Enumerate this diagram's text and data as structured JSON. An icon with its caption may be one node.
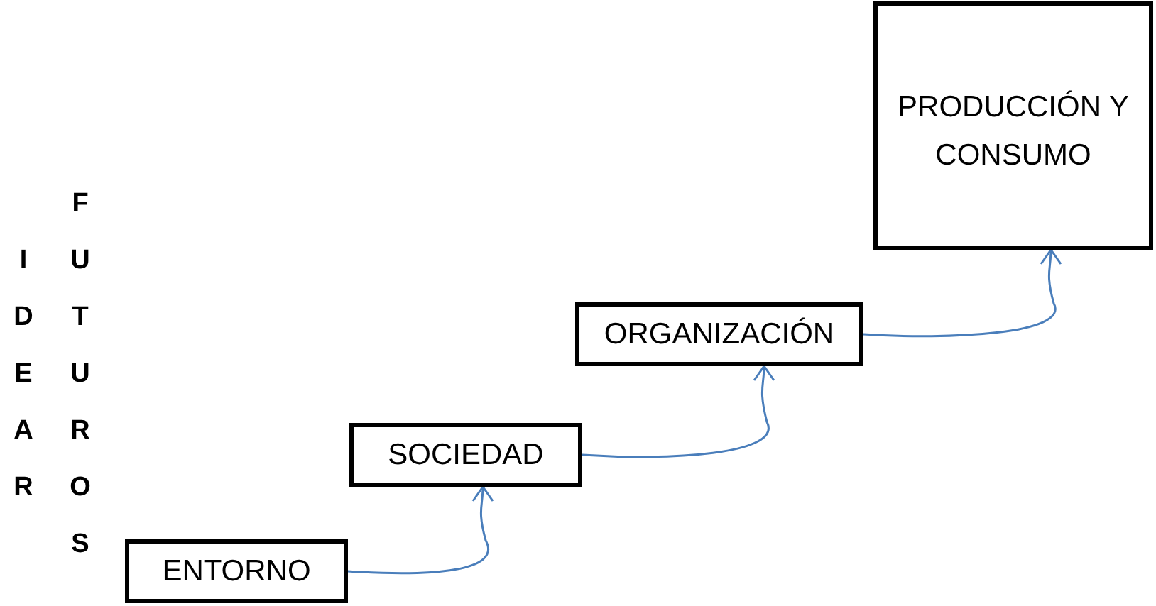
{
  "diagram": {
    "nodes": [
      {
        "text": [
          "ENTORNO"
        ]
      },
      {
        "text": [
          "SOCIEDAD"
        ]
      },
      {
        "text": [
          "ORGANIZACIÓN"
        ]
      },
      {
        "text": [
          "PRODUCCIÓN Y CONSUMO"
        ]
      }
    ],
    "edges": [
      {
        "from": 0,
        "to": 1,
        "arrow": "to"
      },
      {
        "from": 1,
        "to": 2,
        "arrow": "to"
      },
      {
        "from": 2,
        "to": 3,
        "arrow": "to"
      }
    ],
    "labels": [
      "IDEAR",
      "FUTUROS"
    ]
  }
}
